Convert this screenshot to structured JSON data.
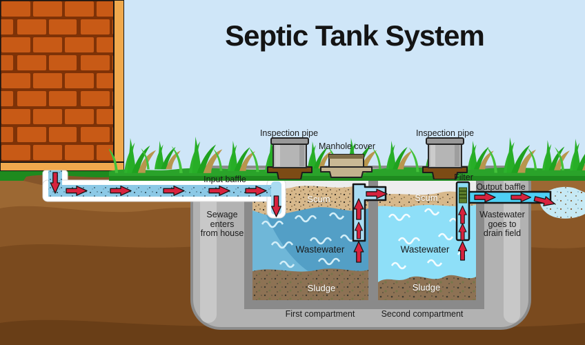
{
  "title": "Septic Tank System",
  "surface": {
    "inspection_pipe_left": "Inspection pipe",
    "manhole_cover": "Manhole cover",
    "inspection_pipe_right": "Inspection pipe"
  },
  "tank": {
    "input_baffle": "Input baffle",
    "filter": "Filter",
    "output_baffle": "Output baffle",
    "sewage_note": "Sewage\nenters\nfrom house",
    "drain_note": "Wastewater\ngoes to\ndrain field",
    "first": {
      "scum": "Scum",
      "wastewater": "Wastewater",
      "sludge": "Sludge",
      "caption": "First compartment"
    },
    "second": {
      "scum": "Scum",
      "wastewater": "Wastewater",
      "sludge": "Sludge",
      "caption": "Second compartment"
    }
  },
  "icons": {
    "flow_arrow": "red directional flow arrow",
    "inspection_pipe": "gray capped riser pipe on brown flange",
    "manhole_cover": "tan manhole lid on flange",
    "filter": "green striped effluent filter"
  },
  "colors": {
    "sky": "#cfe6f8",
    "brick": "#c85a16",
    "mortar": "#7e3207",
    "house_frame": "#f0a94d",
    "grass": "#2aa32a",
    "grass_dark": "#1f8a1f",
    "soil_top": "#9c6833",
    "soil_mid": "#8a5727",
    "soil_low": "#7a4a1e",
    "soil_deep": "#693e17",
    "tank_shell": "#b2b2b2",
    "tank_wall": "#8a8a8a",
    "tank_interior": "#ededed",
    "water_first": "#6fb7d8",
    "water_first_dark": "#539fc6",
    "water_second": "#8edff8",
    "scum": "#d7b88b",
    "sludge": "#8d7254",
    "pipe_water": "#8cc9e6",
    "pipe_casing": "#ffffff",
    "baffle_pipe": "#a9dcf2",
    "output_pipe": "#4ecff4",
    "filter_green": "#5c7d2a",
    "arrow_red": "#d7233e"
  }
}
